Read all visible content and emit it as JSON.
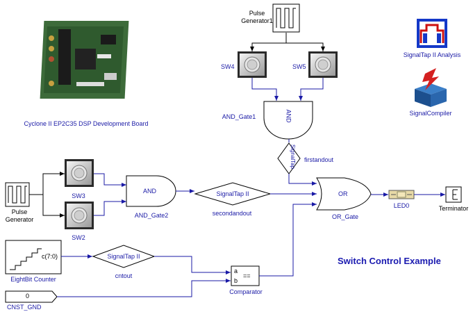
{
  "title": "Switch Control Example",
  "blocks": {
    "pulse_gen1": "Pulse\nGenerator1",
    "pulse_gen": "Pulse\nGenerator",
    "sw4": "SW4",
    "sw5": "SW5",
    "sw3": "SW3",
    "sw2": "SW2",
    "and_gate1": "AND_Gate1",
    "and_gate1_text": "AND",
    "and_gate2": "AND_Gate2",
    "and_gate2_text": "AND",
    "or_gate": "OR_Gate",
    "or_gate_text": "OR",
    "led0": "LED0",
    "terminator": "Terminator",
    "counter": "EightBit Counter",
    "counter_port": "c(7:0)",
    "cnst": "CNST_GND",
    "cnst_value": "0",
    "comparator": "Comparator",
    "comp_a": "a",
    "comp_b": "b",
    "comp_op": "==",
    "tap_first": "firstandout",
    "tap_first_text": "SignalTap",
    "tap_second": "secondandout",
    "tap_second_text": "SignalTap II",
    "tap_cnt": "cntout",
    "tap_cnt_text": "SignalTap II",
    "board": "Cyclone II EP2C35 DSP Development Board",
    "signaltap_analysis": "SignalTap II Analysis",
    "signalcompiler": "SignalCompiler"
  },
  "colors": {
    "wire": "#1a1aa6",
    "label": "#1a1aa6",
    "title": "#1a1ab0"
  }
}
